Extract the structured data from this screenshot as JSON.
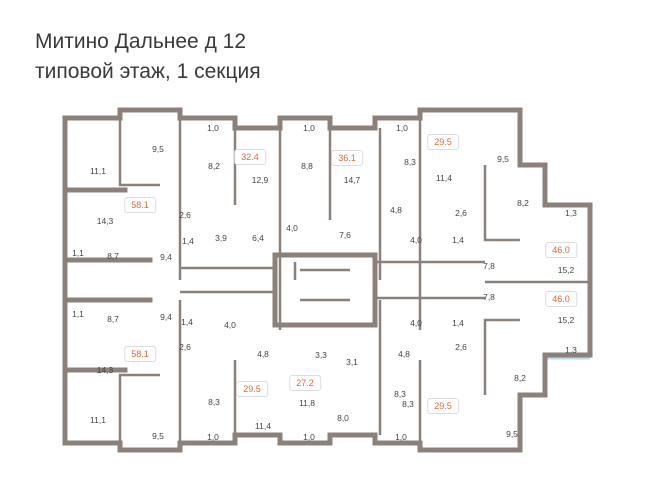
{
  "header": {
    "title_line1": "Митино Дальнее д 12",
    "title_line2": "типовой этаж, 1 секция"
  },
  "colors": {
    "wall": "#8c817a",
    "window": "#b9dde9",
    "area_badge": "#e0673a"
  },
  "apartments": [
    {
      "total": "58.1",
      "rooms": [
        "11,1",
        "9,5",
        "14,3",
        "2,6",
        "1,4",
        "3,9",
        "6,4",
        "1,1",
        "8,7",
        "9,4"
      ]
    },
    {
      "total": "32.4",
      "rooms": [
        "1,0",
        "8,2",
        "12,9"
      ]
    },
    {
      "total": "36.1",
      "rooms": [
        "1,0",
        "8,8",
        "14,7",
        "4,0",
        "7,6"
      ]
    },
    {
      "total": "29.5",
      "rooms": [
        "1,0",
        "8,3",
        "11,4",
        "4,8",
        "2,6",
        "4,0",
        "1,4"
      ]
    },
    {
      "total": "46.0",
      "rooms": [
        "9,5",
        "8,2",
        "1,3",
        "7,8",
        "15,2"
      ]
    },
    {
      "total": "46.0",
      "rooms": [
        "7,8",
        "15,2",
        "1,3",
        "8,2",
        "9,5"
      ]
    },
    {
      "total": "29.5",
      "rooms": [
        "4,0",
        "1,4",
        "2,6",
        "4,8",
        "8,3",
        "1,0"
      ]
    },
    {
      "total": "58.1",
      "rooms": [
        "1,1",
        "8,7",
        "9,4",
        "1,4",
        "4,0",
        "2,6",
        "14,3",
        "11,1",
        "9,5"
      ]
    },
    {
      "total": "29.5",
      "rooms": [
        "8,3",
        "1,0",
        "4,8",
        "11,4"
      ]
    },
    {
      "total": "27.2",
      "rooms": [
        "3,3",
        "3,1",
        "11,8",
        "8,0",
        "1,0",
        "8,3"
      ]
    }
  ]
}
